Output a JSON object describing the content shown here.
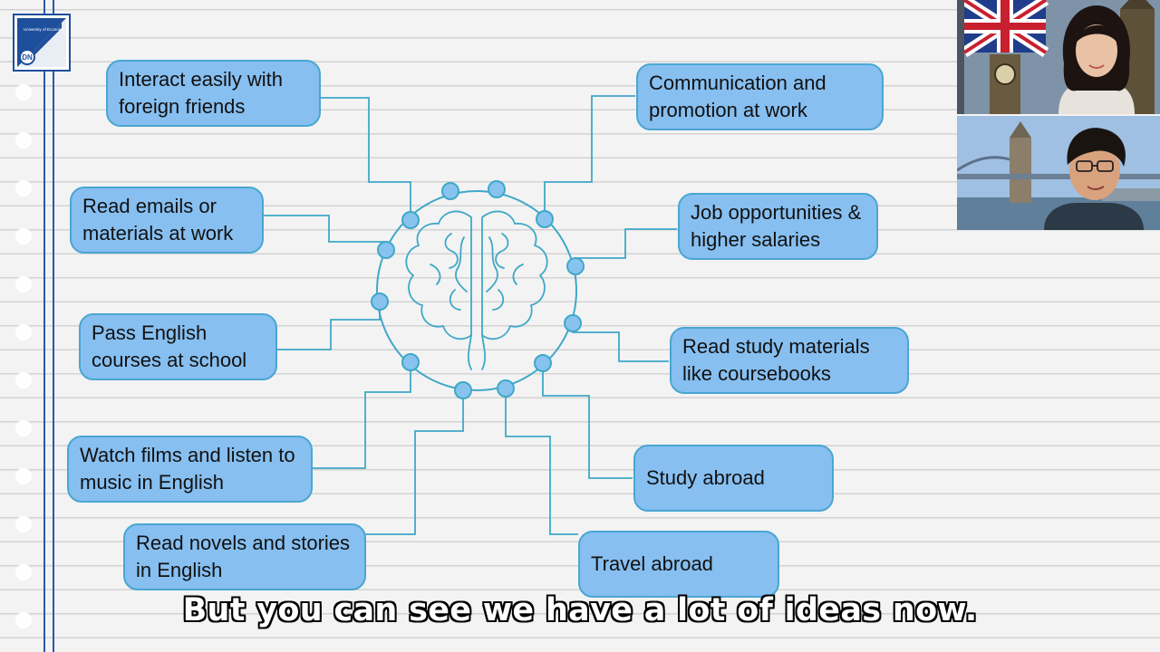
{
  "logo": {
    "text": "University of Economics",
    "badge": "DN"
  },
  "diagram": {
    "left_nodes": [
      {
        "label": "Interact easily with foreign friends"
      },
      {
        "label": "Read emails or materials at work"
      },
      {
        "label": "Pass English courses at school"
      },
      {
        "label": "Watch films and listen to music in English"
      },
      {
        "label": "Read novels and stories in English"
      }
    ],
    "right_nodes": [
      {
        "label": "Communication and promotion at work"
      },
      {
        "label": "Job opportunities & higher salaries"
      },
      {
        "label": "Read study materials like coursebooks"
      },
      {
        "label": "Study abroad"
      },
      {
        "label": "Travel abroad"
      }
    ],
    "center_icon": "brain-icon"
  },
  "videos": [
    {
      "icon": "uk-flag-big-ben-background"
    },
    {
      "icon": "tower-bridge-background"
    }
  ],
  "subtitle": "But you can see we have a lot of ideas now.",
  "colors": {
    "box_fill": "#87bff0",
    "box_border": "#49a6d2",
    "connector": "#3fa8c8",
    "accent_blue": "#2a58a8"
  }
}
